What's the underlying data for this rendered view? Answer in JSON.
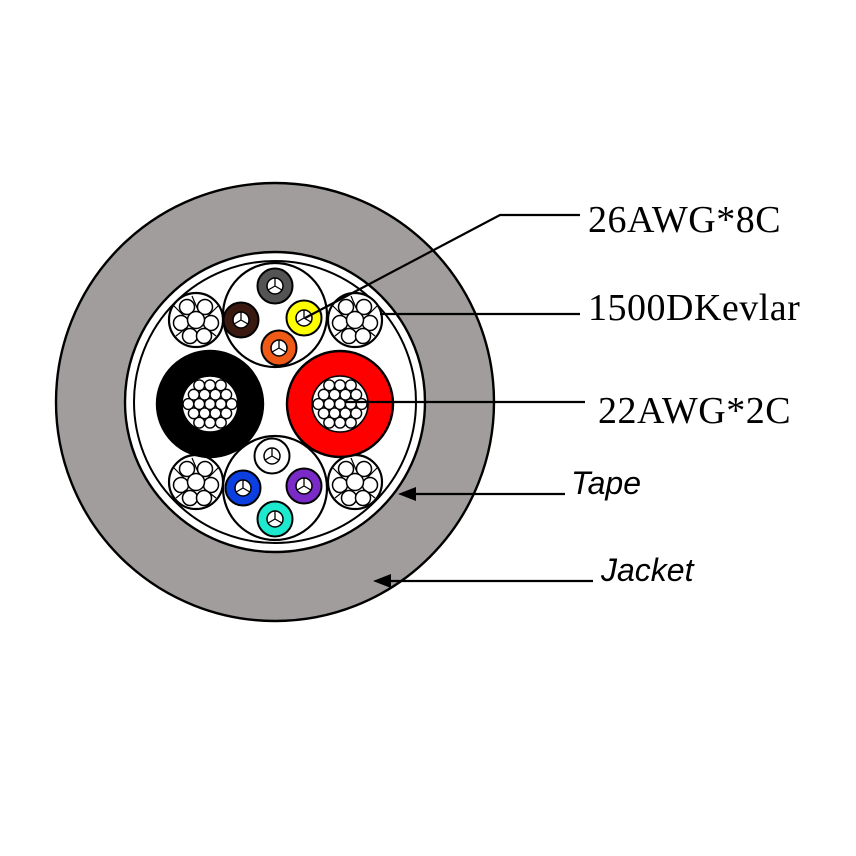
{
  "labels": {
    "signal_cores": "26AWG*8C",
    "kevlar": "1500DKevlar",
    "power_cores": "22AWG*2C",
    "tape": "Tape",
    "jacket": "Jacket"
  },
  "colors": {
    "jacket": "#a19d9d",
    "filler": "#ffffff",
    "outline": "#000000",
    "power_core_1": "#000000",
    "power_core_2": "#ff0000",
    "signal_cores_top": [
      "#545454",
      "#3a1a10",
      "#ffff00",
      "#ef5a16"
    ],
    "signal_cores_bottom": [
      "#ffffff",
      "#0b3fe0",
      "#7a2ac6",
      "#1de9cf"
    ]
  }
}
